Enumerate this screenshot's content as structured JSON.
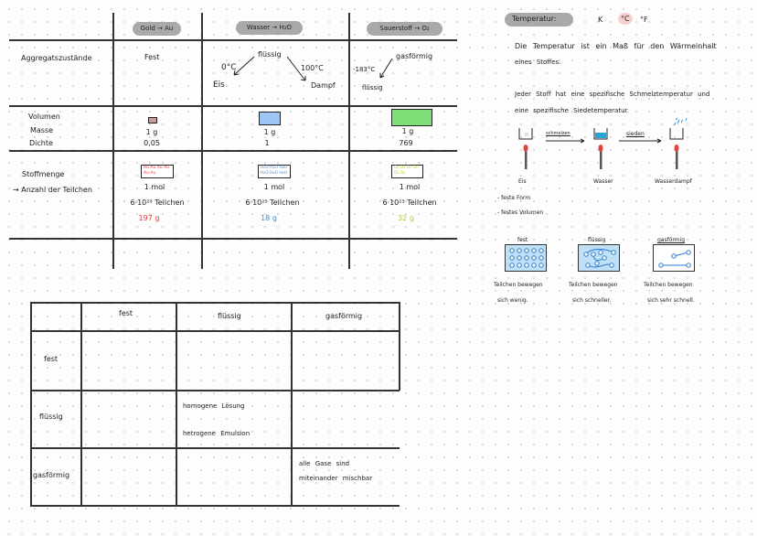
{
  "top_table": {
    "headers": [
      "Gold → Au",
      "Wasser → H₂O",
      "Sauerstoff → O₂"
    ],
    "row1": {
      "label": "Aggregatszustände",
      "gold": "Fest",
      "water": {
        "top": "flüssig",
        "left_temp": "0°C",
        "left": "Eis",
        "right_temp": "100°C",
        "right": "Dampf"
      },
      "oxygen": {
        "top": "gasförmig",
        "temp": "-183°C",
        "bottom": "flüssig"
      }
    },
    "row2": {
      "labels": [
        "Volumen",
        "Masse",
        "Dichte"
      ],
      "gold": {
        "mass": "1 g",
        "density": "0,05",
        "color": "#c9a0a0"
      },
      "water": {
        "mass": "1 g",
        "density": "1",
        "color": "#9ec5f5"
      },
      "oxygen": {
        "mass": "1 g",
        "density": "769",
        "color": "#7fe07a"
      }
    },
    "row3": {
      "label": "Stoffmenge",
      "sublabel": "→ Anzahl der Teilchen",
      "gold": {
        "box": "Au Au Au Au Au Au",
        "mol": "1 mol",
        "particles": "6·10²³ Teilchen",
        "mass": "197 g",
        "color": "#e23b3b"
      },
      "water": {
        "box": "H₂O H₂O H₂O H₂O H₂O H₂O",
        "mol": "1 mol",
        "particles": "6·10²³ Teilchen",
        "mass": "18 g",
        "color": "#3a8fd8"
      },
      "oxygen": {
        "box": "O₂ O₂ O₂ O₂ O₂ O₂",
        "mol": "1 mol",
        "particles": "6·10²³ Teilchen",
        "mass": "32 g",
        "color": "#a8d43a"
      }
    }
  },
  "temperature": {
    "title": "Temperatur:",
    "units": [
      "K",
      "°C",
      "°F"
    ],
    "selected_unit": "°C",
    "line1": "Die Temperatur ist ein Maß für den Wärmeinhalt",
    "line2": "eines Stoffes.",
    "line3": "Jeder Stoff hat eine spezifische Schmelztemperatur und",
    "line4": "eine spezifische Siedetemperatur.",
    "arrow1": "schmelzen",
    "arrow2": "sieden",
    "states": [
      "Eis",
      "Wasser",
      "Wasserdampf"
    ],
    "bullets": [
      "- feste Form",
      "- festes Volumen"
    ],
    "particles": [
      {
        "title": "fest",
        "caption1": "Teilchen bewegen",
        "caption2": "sich wenig."
      },
      {
        "title": "flüssig",
        "caption1": "Teilchen bewegen",
        "caption2": "sich schneller."
      },
      {
        "title": "gasförmig",
        "caption1": "Teilchen bewegen",
        "caption2": "sich sehr schnell."
      }
    ]
  },
  "mix_table": {
    "col_headers": [
      "fest",
      "flüssig",
      "gasförmig"
    ],
    "row_headers": [
      "fest",
      "flüssig",
      "gasförmig"
    ],
    "cells": {
      "liquid_liquid_1": "homogene Lösung",
      "liquid_liquid_2": "hetrogene Emulsion",
      "gas_gas_1": "alle Gase sind",
      "gas_gas_2": "miteinander mischbar"
    }
  }
}
